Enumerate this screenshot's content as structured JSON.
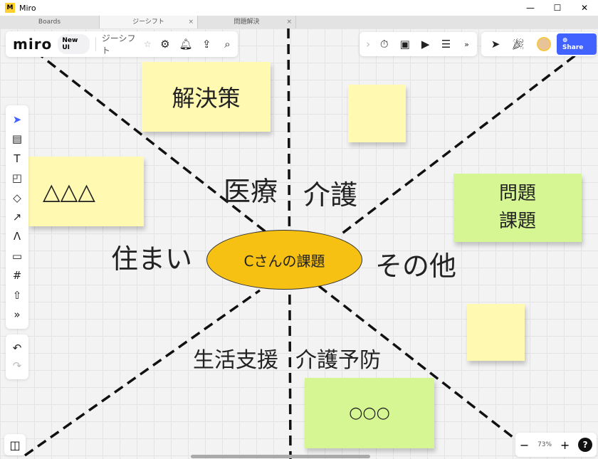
{
  "window": {
    "title": "Miro",
    "logo": "M",
    "minimize": "—",
    "maximize": "☐",
    "close": "✕"
  },
  "tabs": [
    {
      "label": "Boards"
    },
    {
      "label": "ジーシフト",
      "close": "×"
    },
    {
      "label": "問題解決",
      "close": "×"
    }
  ],
  "toolbar": {
    "brand": "miro",
    "new_ui": "New UI",
    "board_name": "ジーシフト",
    "share": "Share"
  },
  "board": {
    "stickies": [
      {
        "text": "解決策"
      },
      {
        "text": ""
      },
      {
        "text": "△△△"
      },
      {
        "text": "問題\n課題"
      },
      {
        "text": ""
      },
      {
        "text": "○○○"
      }
    ],
    "center": "Cさんの課題",
    "labels": [
      "医療",
      "介護",
      "住まい",
      "その他",
      "生活支援",
      "介護予防"
    ]
  },
  "zoom": {
    "level": "73%",
    "minus": "−",
    "plus": "+",
    "help": "?"
  }
}
